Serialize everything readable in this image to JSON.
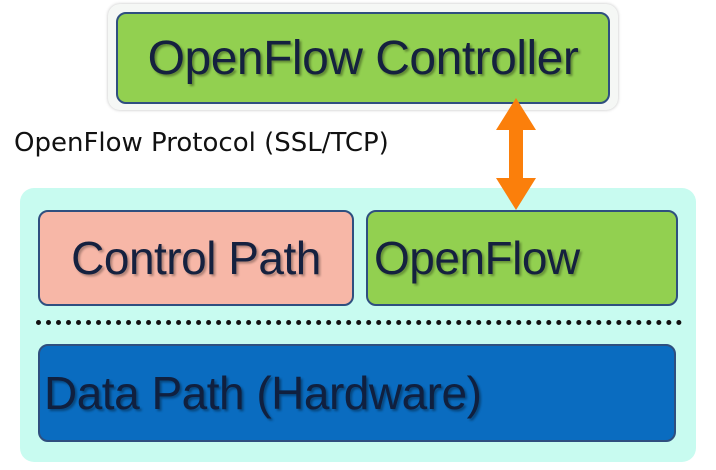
{
  "controller": {
    "label": "OpenFlow Controller",
    "color": "#92d050"
  },
  "protocol": {
    "label": "OpenFlow Protocol (SSL/TCP)",
    "arrow_color": "#fb7f0b"
  },
  "switch": {
    "color": "#c8fbf0",
    "control_path": {
      "label": "Control Path",
      "color": "#f7b7a7"
    },
    "openflow": {
      "label": "OpenFlow",
      "color": "#92d050"
    },
    "data_path": {
      "label": "Data Path (Hardware)",
      "color": "#0a6cc0"
    }
  }
}
